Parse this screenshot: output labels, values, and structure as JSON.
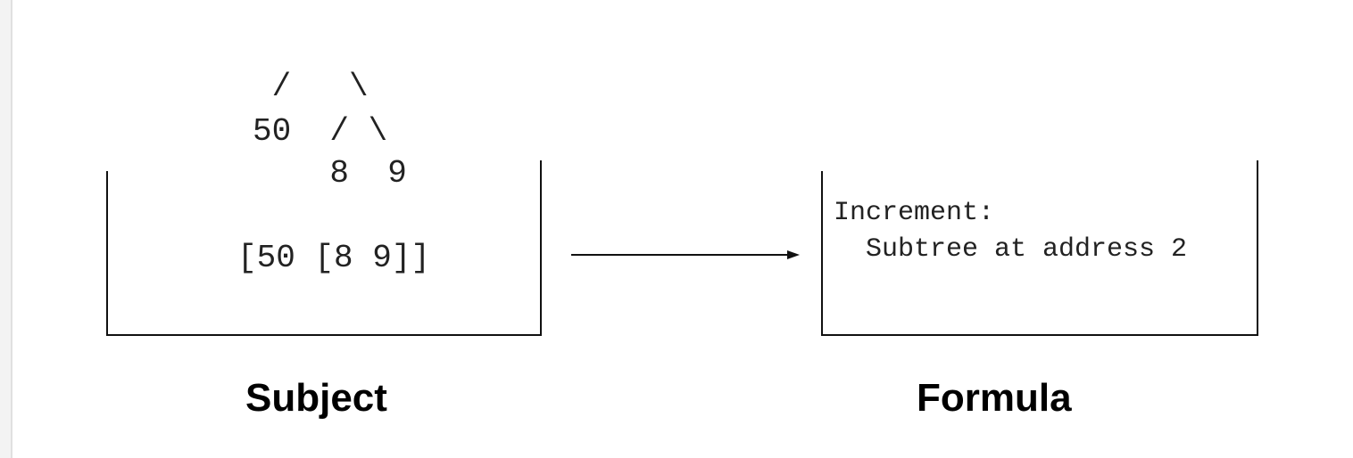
{
  "subject": {
    "tree_lines": [
      " /   \\",
      "50  / \\",
      "    8  9"
    ],
    "bracket_text": "[50 [8 9]]",
    "caption": "Subject"
  },
  "formula": {
    "lines": [
      "Increment:",
      "  Subtree at address 2"
    ],
    "caption": "Formula"
  }
}
